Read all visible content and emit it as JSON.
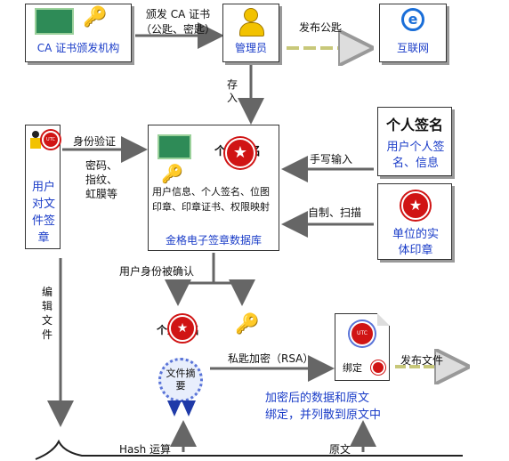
{
  "ca_box": {
    "label": "CA 证书颁发机构"
  },
  "admin_box": {
    "label": "管理员"
  },
  "internet_box": {
    "label": "互联网"
  },
  "issue_cert": {
    "line1": "颁发 CA 证书",
    "line2": "（公匙、密匙）"
  },
  "publish_key": "发布公匙",
  "store": "存入",
  "user_box": {
    "label": "用户对文件签章",
    "seal_text": "UTC"
  },
  "identity": {
    "title": "身份验证",
    "items": "密码、指纹、虹膜等"
  },
  "database": {
    "content": "用户信息、个人签名、位图印章、印章证书、权限映射",
    "title": "金格电子签章数据库"
  },
  "personal_sig": {
    "script": "个人签名",
    "label": "用户个人签名、信息"
  },
  "handwrite": "手写输入",
  "unit_seal": {
    "label": "单位的实体印章"
  },
  "selfmade": "自制、扫描",
  "confirmed": "用户身份被确认",
  "edit_file": "编辑文件",
  "private_key": "私匙加密（RSA）",
  "digest": "文件摘要",
  "bind": {
    "label": "绑定",
    "seal_text": "UTC"
  },
  "publish_file": "发布文件",
  "result_text": {
    "line1": "加密后的数据和原文",
    "line2": "绑定，并列散到原文中"
  },
  "hash": "Hash 运算",
  "original": "原文",
  "colors": {
    "blue_text": "#1a3cc8",
    "seal_red": "#d01414",
    "arrow_gray": "#666666",
    "dashed_arrow": "#c8c87a"
  }
}
